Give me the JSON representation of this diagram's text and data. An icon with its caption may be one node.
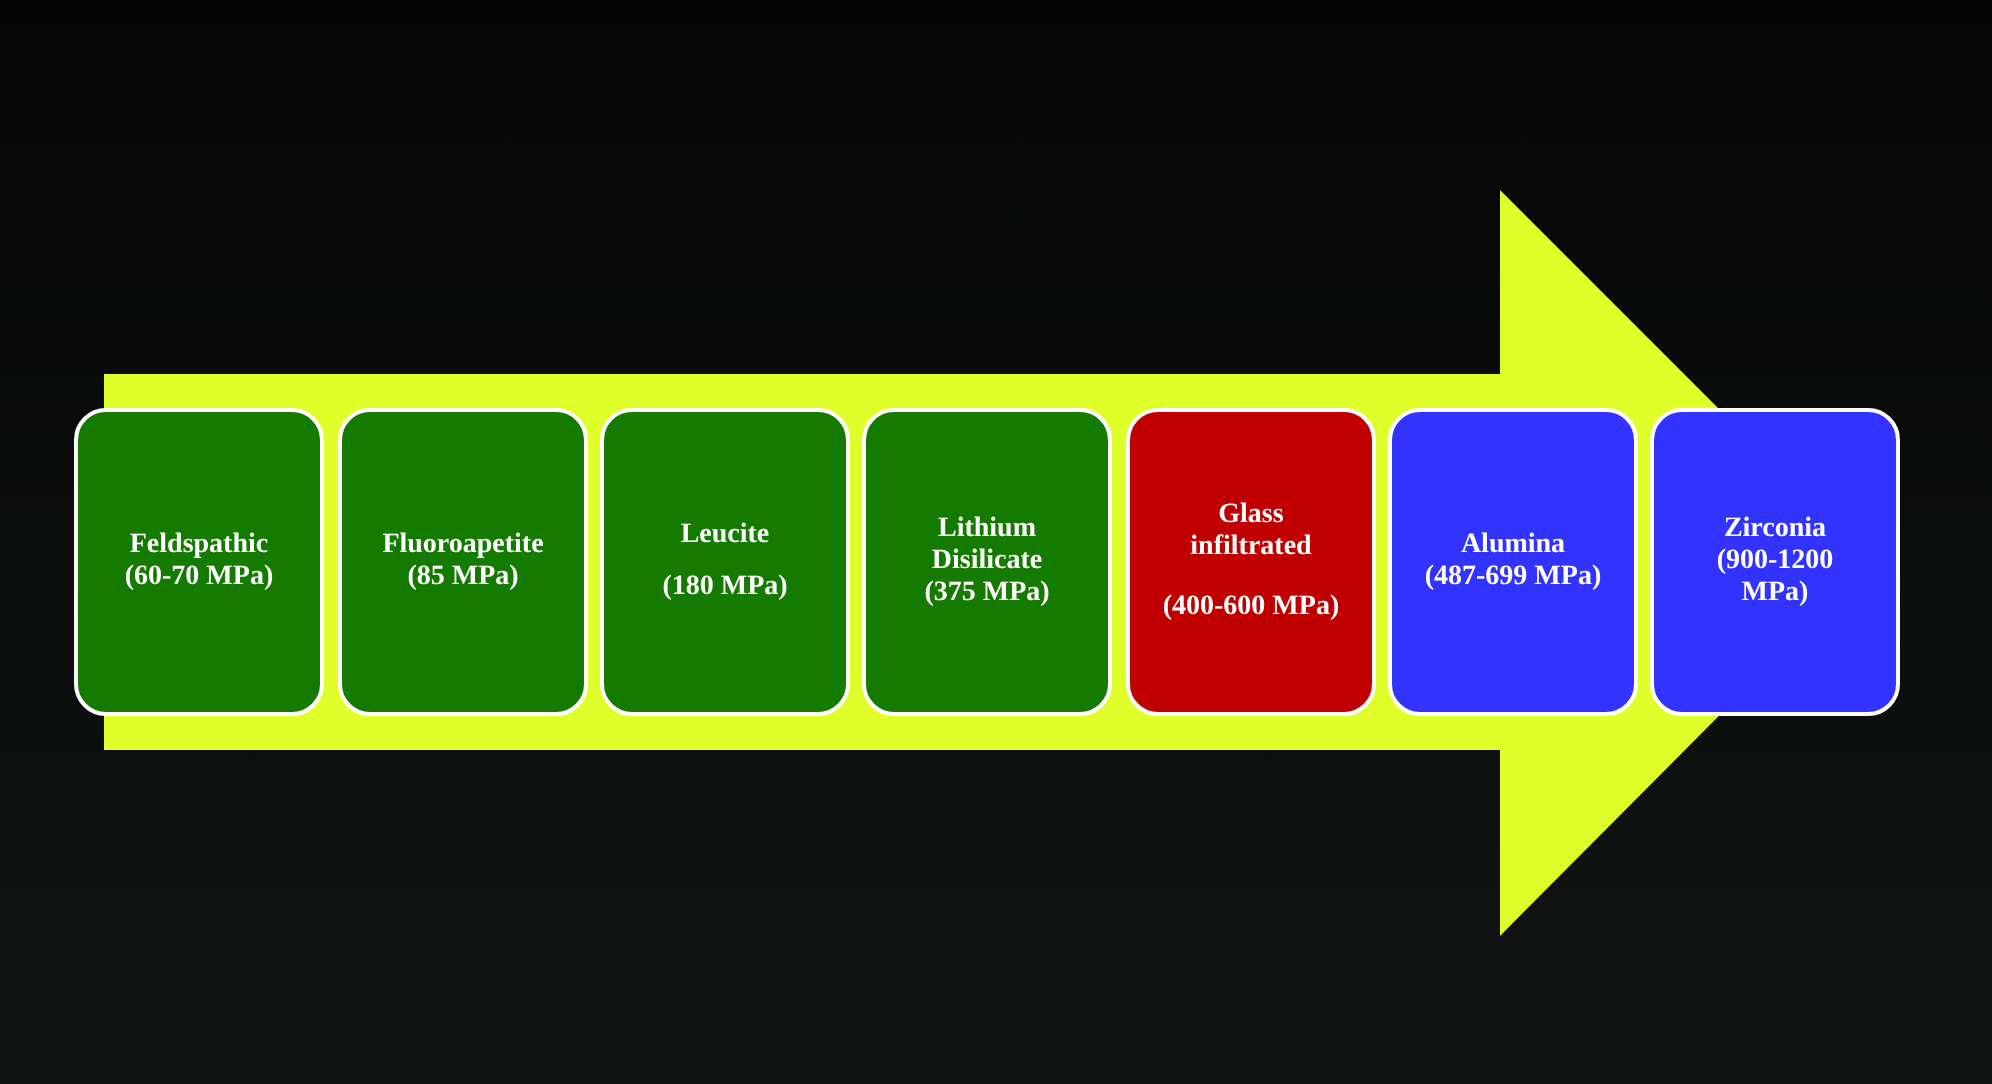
{
  "diagram": {
    "nodes": [
      {
        "text": [
          "Feldspathic",
          "(60-70 MPa)"
        ]
      },
      {
        "text": [
          "Fluoroapetite",
          "(85 MPa)"
        ]
      },
      {
        "text": [
          "Leucite",
          "(180 MPa)"
        ]
      },
      {
        "text": [
          "Lithium Disilicate",
          "(375 MPa)"
        ]
      },
      {
        "text": [
          "Glass infiltrated",
          "(400-600 MPa)"
        ]
      },
      {
        "text": [
          "Alumina",
          "(487-699 MPa)"
        ]
      },
      {
        "text": [
          "Zirconia",
          "(900-1200 MPa)"
        ]
      }
    ],
    "edges": [
      {
        "from": 0,
        "to": 6,
        "arrow": "to"
      }
    ]
  }
}
